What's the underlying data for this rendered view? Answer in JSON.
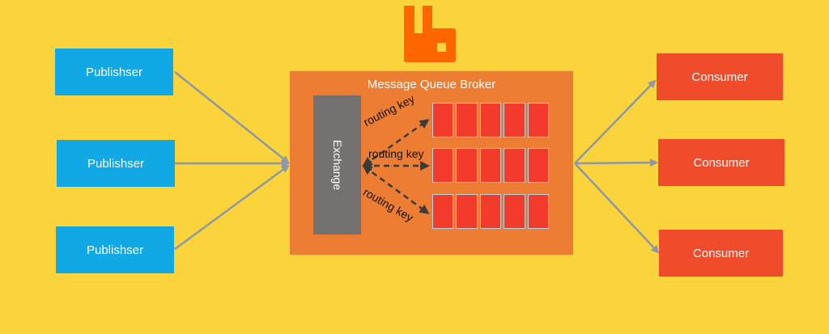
{
  "broker": {
    "title": "Message Queue Broker",
    "exchange_label": "Exchange"
  },
  "publishers": [
    "Publishser",
    "Publishser",
    "Publishser"
  ],
  "consumers": [
    "Consumer",
    "Consumer",
    "Consumer"
  ],
  "routing_keys": [
    "routing key",
    "routing key",
    "routing key"
  ],
  "colors": {
    "background": "#fbd33a",
    "publisher": "#10a9e6",
    "consumer": "#f04c2b",
    "broker": "#ed7d33",
    "exchange": "#767171",
    "queue_cell": "#f33b2b",
    "logo": "#ff6600"
  },
  "icons": {
    "logo": "rabbitmq-logo-icon"
  }
}
